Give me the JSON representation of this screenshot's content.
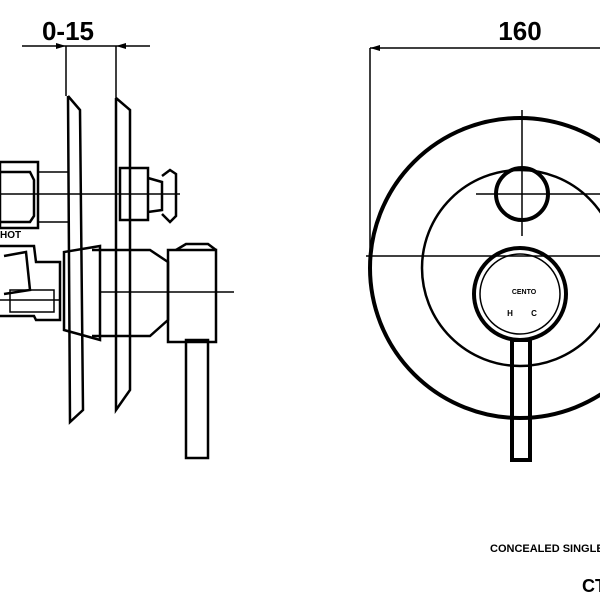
{
  "dimensions": {
    "depth_label": "0-15",
    "width_label": "160"
  },
  "side_view": {
    "hot_label": "HOT"
  },
  "front_view": {
    "brand_label": "CENTO",
    "hot_mark": "H",
    "cold_mark": "C"
  },
  "footer": {
    "description": "CONCEALED SINGLE",
    "code": "CT"
  }
}
